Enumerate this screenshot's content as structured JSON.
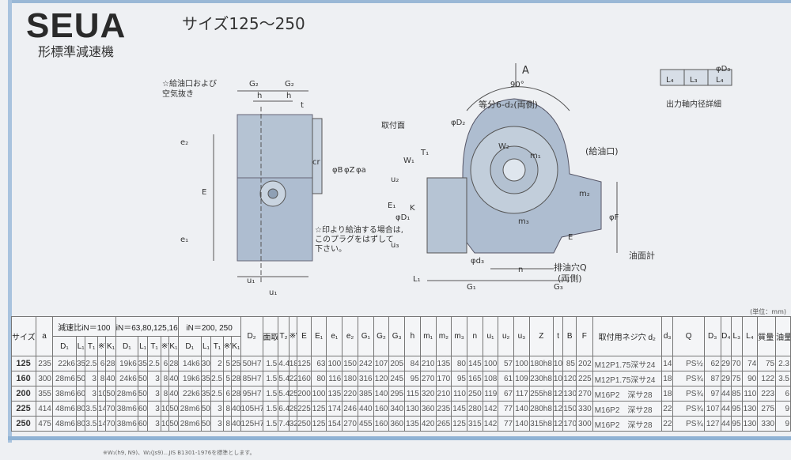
{
  "header": {
    "model": "SEUA",
    "subtitle": "形標準減速機",
    "size_range": "サイズ125～250"
  },
  "drawing_labels": {
    "oil_inlet_air": "☆給油口および",
    "air_vent": "空気抜き",
    "g2a": "G₂",
    "g2b": "G₂",
    "h1": "h",
    "h2": "h",
    "t": "t",
    "mount_face": "取付面",
    "view_a": "A",
    "angle": "90°",
    "equal_holes": "等分6-d₂(両側)",
    "oil_port": "(給油口)",
    "plug_note1": "☆印より給油する場合は,",
    "plug_note2": "このプラグをはずして",
    "plug_note3": "下さい。",
    "drain": "排油穴Q",
    "drain_both": "(両側)",
    "oil_gauge": "油面計",
    "e2": "e₂",
    "E": "E",
    "e1": "e₁",
    "cr": "cr",
    "u1": "u₁",
    "u1b": "u₁",
    "phiB": "φB",
    "phiZ": "φZ",
    "phia": "φa",
    "W1": "W₁",
    "T1": "T₁",
    "K": "K",
    "D1": "φD₁",
    "E1": "E₁",
    "u2": "u₂",
    "u3": "u₃",
    "L1": "L₁",
    "G1": "G₁",
    "G3": "G₃",
    "n": "n",
    "phiF": "φF",
    "phid3": "φd₃",
    "m1": "m₁",
    "m2": "m₂",
    "m3": "m₃",
    "W2": "W₂",
    "D2": "φD₂",
    "shaft_detail": "出力軸内径詳細",
    "L4a": "L₄",
    "L3": "L₃",
    "L4b": "L₄",
    "D3": "φD₃"
  },
  "table": {
    "unit": "(単位：mm)",
    "groups": [
      "減速比iN＝100",
      "iN＝63,80,125,160",
      "iN＝200, 250"
    ],
    "size_header": "サイズ E",
    "a_header": "a",
    "group_cols": [
      "D₁",
      "L₁",
      "T₁",
      "※W₁",
      "K₁",
      "D₁",
      "L₁",
      "T₁",
      "※W₁",
      "K₁",
      "D₁",
      "L₁",
      "T₁",
      "※W₁",
      "K₁"
    ],
    "tail_cols": [
      "D₂",
      "面取り r",
      "T₂",
      "※W₂",
      "E",
      "E₁",
      "e₁",
      "e₂",
      "G₁",
      "G₂",
      "G₃",
      "h",
      "m₁",
      "m₂",
      "m₃",
      "n",
      "u₁",
      "u₂",
      "u₃",
      "Z",
      "t",
      "B",
      "F",
      "取付用ネジ穴 d₂",
      "d₃",
      "Q",
      "D₃",
      "D₄",
      "L₃",
      "L₄",
      "質量 kg",
      "油量 ℓ"
    ],
    "rows": [
      [
        "125",
        "235",
        "22k6",
        "35",
        "2.5",
        "6",
        "28",
        "19k6",
        "35",
        "2.5",
        "6",
        "28",
        "14k6",
        "30",
        "2",
        "5",
        "25",
        "50H7",
        "1.5",
        "4.4",
        "18",
        "125",
        "63",
        "100",
        "150",
        "242",
        "107",
        "205",
        "84",
        "210",
        "135",
        "80",
        "145",
        "100",
        "57",
        "100",
        "180h8",
        "10",
        "85",
        "202",
        "M12P1.75深サ24",
        "14",
        "PS½",
        "62",
        "29",
        "70",
        "74",
        "75",
        "2.3"
      ],
      [
        "160",
        "300",
        "28m6",
        "50",
        "3",
        "8",
        "40",
        "24k6",
        "50",
        "3",
        "8",
        "40",
        "19k6",
        "35",
        "2.5",
        "5",
        "28",
        "85H7",
        "1.5",
        "5.4",
        "22",
        "160",
        "80",
        "116",
        "180",
        "316",
        "120",
        "245",
        "95",
        "270",
        "170",
        "95",
        "165",
        "108",
        "61",
        "109",
        "230h8",
        "10",
        "120",
        "225",
        "M12P1.75深サ24",
        "18",
        "PS¾",
        "87",
        "29",
        "75",
        "90",
        "122",
        "3.5"
      ],
      [
        "200",
        "355",
        "38m6",
        "60",
        "3",
        "10",
        "50",
        "28m6",
        "50",
        "3",
        "8",
        "40",
        "22k6",
        "35",
        "2.5",
        "6",
        "28",
        "95H7",
        "1.5",
        "5.4",
        "25",
        "200",
        "100",
        "135",
        "220",
        "385",
        "140",
        "295",
        "115",
        "320",
        "210",
        "110",
        "250",
        "119",
        "67",
        "117",
        "255h8",
        "12",
        "130",
        "270",
        "M16P2　深サ28",
        "18",
        "PS¾",
        "97",
        "44",
        "85",
        "110",
        "223",
        "6"
      ],
      [
        "225",
        "414",
        "48m6",
        "80",
        "3.5",
        "14",
        "70",
        "38m6",
        "60",
        "3",
        "10",
        "50",
        "28m6",
        "50",
        "3",
        "8",
        "40",
        "105H7",
        "1.5",
        "6.4",
        "28",
        "225",
        "125",
        "174",
        "246",
        "440",
        "160",
        "340",
        "130",
        "360",
        "235",
        "145",
        "280",
        "142",
        "77",
        "140",
        "280h8",
        "12",
        "150",
        "330",
        "M16P2　深サ28",
        "22",
        "PS¾",
        "107",
        "44",
        "95",
        "130",
        "275",
        "9"
      ],
      [
        "250",
        "475",
        "48m6",
        "80",
        "3.5",
        "14",
        "70",
        "38m6",
        "60",
        "3",
        "10",
        "50",
        "28m6",
        "50",
        "3",
        "8",
        "40",
        "125H7",
        "1.5",
        "7.4",
        "32",
        "250",
        "125",
        "154",
        "270",
        "455",
        "160",
        "360",
        "135",
        "420",
        "265",
        "125",
        "315",
        "142",
        "77",
        "140",
        "315h8",
        "12",
        "170",
        "300",
        "M16P2　深サ28",
        "22",
        "PS¾",
        "127",
        "44",
        "95",
        "130",
        "330",
        "9"
      ]
    ]
  },
  "footnote": "※W₁(h9, N9)、W₂(Js9)…JIS B1301-1976を標準とします。"
}
